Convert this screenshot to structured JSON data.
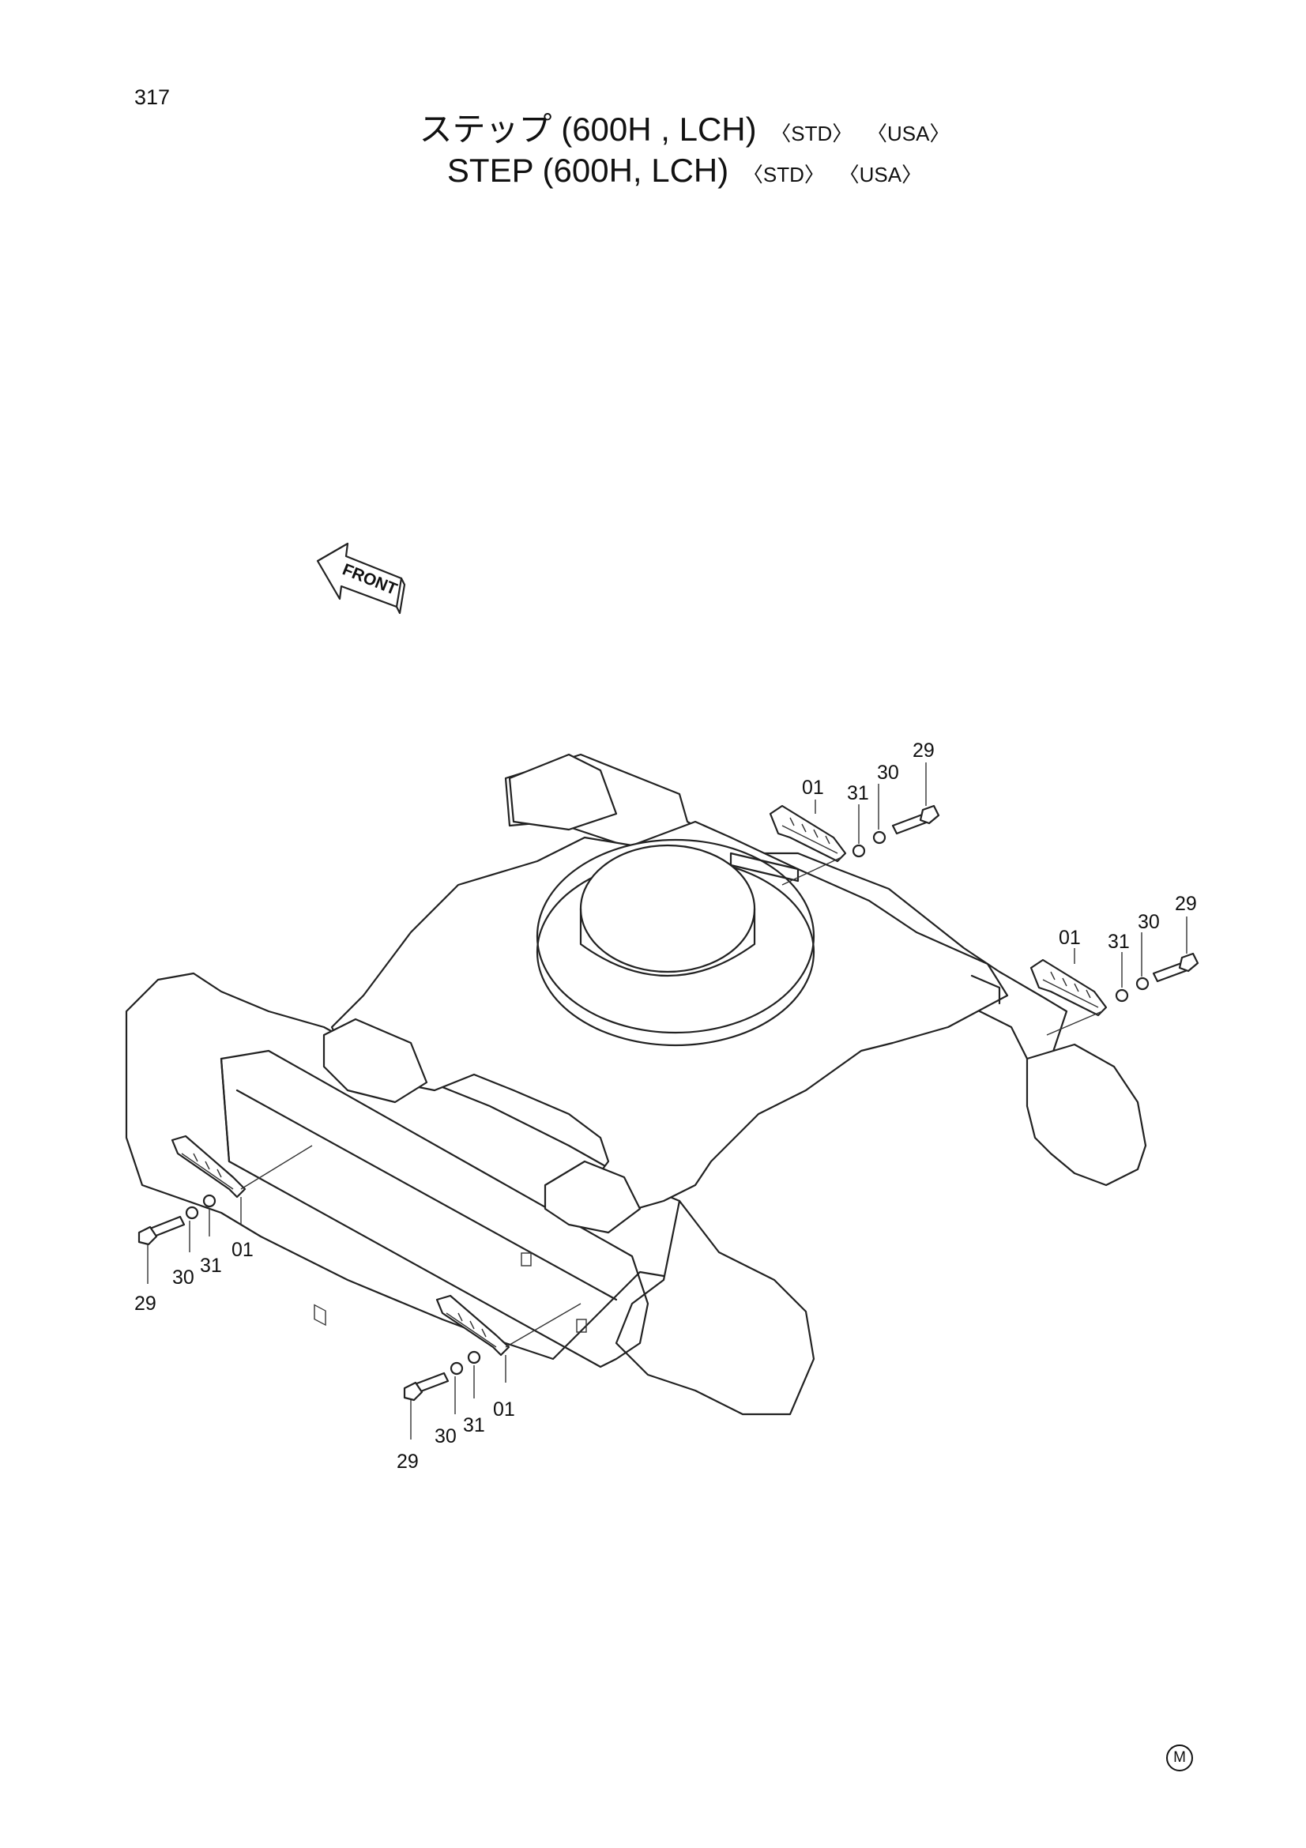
{
  "page": {
    "number": "317",
    "title_jp": "ステップ (600H , LCH)",
    "title_en": "STEP  (600H, LCH)",
    "tag_std": "〈STD〉",
    "tag_usa": "〈USA〉",
    "front_label": "FRONT",
    "corner_mark": "M"
  },
  "callouts": {
    "group_rear_right": {
      "part_01": "01",
      "part_31": "31",
      "part_30": "30",
      "part_29": "29"
    },
    "group_front_right": {
      "part_01": "01",
      "part_31": "31",
      "part_30": "30",
      "part_29": "29"
    },
    "group_rear_left": {
      "part_29": "29",
      "part_30": "30",
      "part_31": "31",
      "part_01": "01"
    },
    "group_front_left": {
      "part_29": "29",
      "part_30": "30",
      "part_31": "31",
      "part_01": "01"
    }
  }
}
